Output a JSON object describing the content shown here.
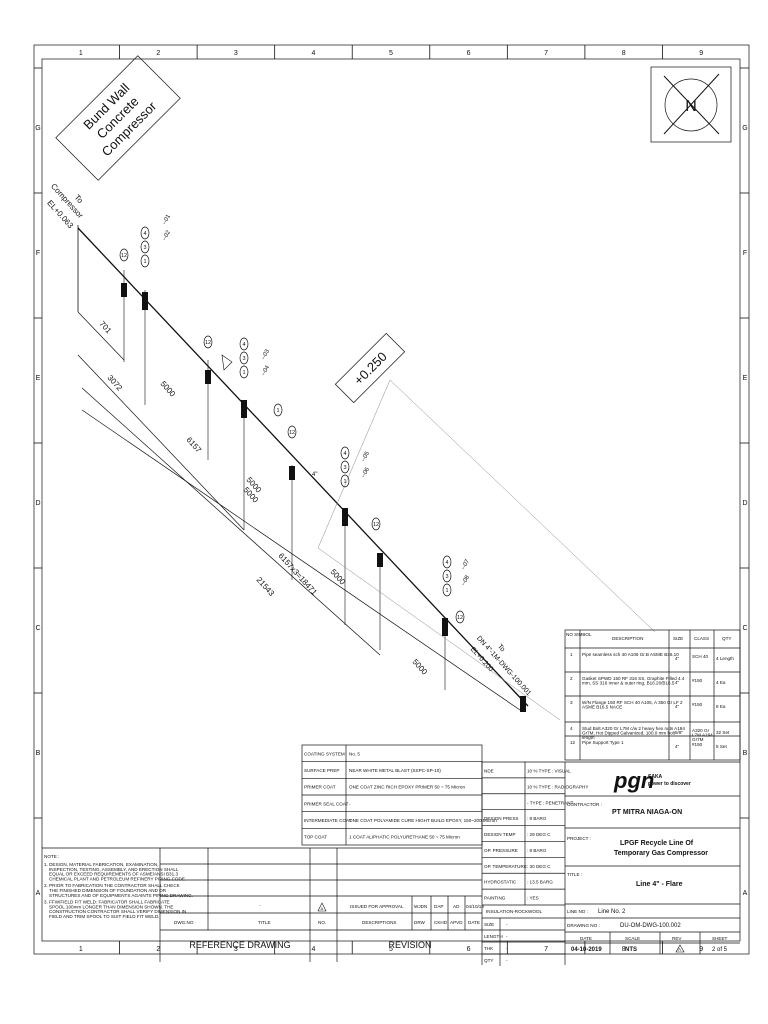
{
  "grid": {
    "cols": [
      "1",
      "2",
      "3",
      "4",
      "5",
      "6",
      "7",
      "8",
      "9"
    ],
    "rows": [
      "G",
      "F",
      "E",
      "D",
      "C",
      "B",
      "A"
    ]
  },
  "drawing": {
    "bund_wall": [
      "Bund Wall",
      "Concrete",
      "Compressor"
    ],
    "north": "N",
    "to_compressor": [
      "To",
      "Compressor",
      "EL+0.063"
    ],
    "to_line": [
      "To",
      "DN 4\"-1M-DWG-100.001",
      "EL+0.200"
    ],
    "elevation_box": "+0.250",
    "pipe_size": "4\"",
    "dims": {
      "d701": "701",
      "d3072": "3072",
      "d5000a": "5000",
      "d6157": "6157",
      "d5000b": "5000",
      "d5000c": "5000",
      "d18471": "6157x3=18471",
      "d5000d": "5000",
      "d21543": "21543"
    },
    "bubbles": {
      "b12": "12",
      "b4": "4",
      "b3": "3",
      "b1": "1"
    },
    "item_tags": [
      "--01",
      "--02",
      "--03",
      "--04",
      "--05",
      "--06",
      "--07",
      "--08"
    ]
  },
  "bom": {
    "headers": [
      "NO SIMBOL",
      "DESCRIPTION",
      "SIZE",
      "CLASS",
      "QTY"
    ],
    "rows": [
      {
        "no": "1",
        "desc": "Pipe seamless sch 40 A106 Gr.B ASME B36.10",
        "size": "4\"",
        "class": "SCH 40",
        "qty": "4 Length"
      },
      {
        "no": "2",
        "desc": "Gasket SPWD 150 RF 316 SS, Graphite Filled 4.4 mm, SS 316 Inner & outer ring, B16.20/B16.5",
        "size": "4\"",
        "class": "#150",
        "qty": "4 Ea"
      },
      {
        "no": "3",
        "desc": "W/N Flange 150 RF SCH 40 A105, A 350 Gr LF 2 ASME B16.5 NACE",
        "size": "4\"",
        "class": "#150",
        "qty": "8 Ea"
      },
      {
        "no": "4",
        "desc": "Stud Bolt A320 Gr L7M c/w 2 heavy hex nuts A194 Gr7M, Hot Dipped Galvanized, 100.0 mm bolt length",
        "size": "5/8\"",
        "class": "A320 Gr L7M A194 Gr7M",
        "qty": "32 Set"
      },
      {
        "no": "12",
        "desc": "Pipe Support Type 1",
        "size": "4\"",
        "class": "#150",
        "qty": "5 Set"
      }
    ]
  },
  "coating": [
    {
      "label": "COATING SYSTEM",
      "value": "No. 5"
    },
    {
      "label": "SURFACE PREP",
      "value": "NEAR WHITE METAL BLAST (SSPC-SP-10)"
    },
    {
      "label": "PRIMER COAT",
      "value": "ONE COAT ZINC RICH EPOXY PRIMER 50 ~ 75 Micron"
    },
    {
      "label": "PRIMER SEAL COAT",
      "value": "-"
    },
    {
      "label": "INTERMEDIATE COAT",
      "value": "ONE COAT POLYAMIDE CURE HIGHT BUILD EPOXY, 150~200 Micron"
    },
    {
      "label": "TOP COAT",
      "value": "1 COAT ALIPHATIC POLYURETHANE 50 ~ 75 Micron"
    }
  ],
  "specs": [
    {
      "label": "NDE",
      "value": "10 %   TYPE : VISUAL"
    },
    {
      "label": "",
      "value": "10 %   TYPE : RADIOGRAPHY"
    },
    {
      "label": "",
      "value": "-   TYPE : PENETRANT"
    },
    {
      "label": "DESIGN PRESS",
      "value": ": 9 BARG"
    },
    {
      "label": "DESIGN TEMP",
      "value": ": 29 DEG C"
    },
    {
      "label": "OP. PRESSURE",
      "value": ": 8 BARG"
    },
    {
      "label": "OP. TEMPERATURE",
      "value": ": 30 DEG C"
    },
    {
      "label": "HYDROSTATIC",
      "value": ": 13.5 BARG"
    },
    {
      "label": "PAINTING",
      "value": ": YES"
    }
  ],
  "insulation": "INSULATION-ROCKWOOL",
  "size_rows": [
    {
      "label": "SIZE",
      "value": "-"
    },
    {
      "label": "LENGTH",
      "value": "-"
    },
    {
      "label": "THK",
      "value": "-"
    },
    {
      "label": "QTY",
      "value": "-"
    }
  ],
  "title_block": {
    "logo": "pgn",
    "logo_sub": [
      "SAKA",
      "power to discover"
    ],
    "contractor_label": "CONTRACTOR :",
    "contractor_value": "PT MITRA NIAGA-ON",
    "project_label": "PROJECT :",
    "project_value": [
      "LPGF Recycle Line Of",
      "Temporary Gas Compressor"
    ],
    "title_label": "TITLE :",
    "title_value": "Line 4\" - Flare",
    "line_no_label": "LINE NO :",
    "line_no_value": "Line No. 2",
    "drawing_no_label": "DRAWING NO :",
    "drawing_no_value": "DU-OM-DWG-100.002",
    "date_h": "DATE",
    "scale_h": "SCALE",
    "rev_h": "REV",
    "sheet_h": "SHEET",
    "date": "04-10-2019",
    "scale": "NTS",
    "rev": "A",
    "sheet": "2 of 5"
  },
  "notes": {
    "title": "NOTE :",
    "items": [
      "1. DESIGN, MATERIAL FABRICATION, EXAMINATION, INSPECTION, TESTING, ASSEMBLY, AND ERECTION SHALL EQUAL OR EXCEED REQUIREMENTS OF ASME/ANSI B31.3 CHEMICAL PLANT AND PETROLEUM REFINERY PIPING CODE.",
      "2. PRIOR TO FABRICATION THE CONTRACTOR SHALL CHECK THE FINISHED DIMENSION OF FOUNDATION AND OR STRUCTURES AND OF EQUIPMENTS AGAINTS PIPING DRAWING.",
      "3. FFW/FIELD FIT WELD: FABRICATOR SHALL FABRICATE SPOOL 100mm LONGER THAN DIMENSION SHOWN. THE CONSTRUCTION CONTRACTOR SHALL VERIFY DIMENSION IN FIELD AND TRIM SPOOL TO SUIT FIELD FIT WELD."
    ]
  },
  "revision": {
    "row_dash": "-",
    "rev_mark": "A",
    "issue_text": "ISSUED FOR APPROVAL",
    "initials": [
      "WJDN",
      "DAP",
      "AD",
      "04/10/19"
    ],
    "headers": [
      "NO.",
      "DESCRIPTIONS",
      "DRW",
      "CKHD",
      "APVD",
      "DATE"
    ],
    "ref_headers": [
      "DWG.NO",
      "TITLE"
    ],
    "reference_label": "REFERENCE DRAWING",
    "revision_label": "REVISION"
  }
}
